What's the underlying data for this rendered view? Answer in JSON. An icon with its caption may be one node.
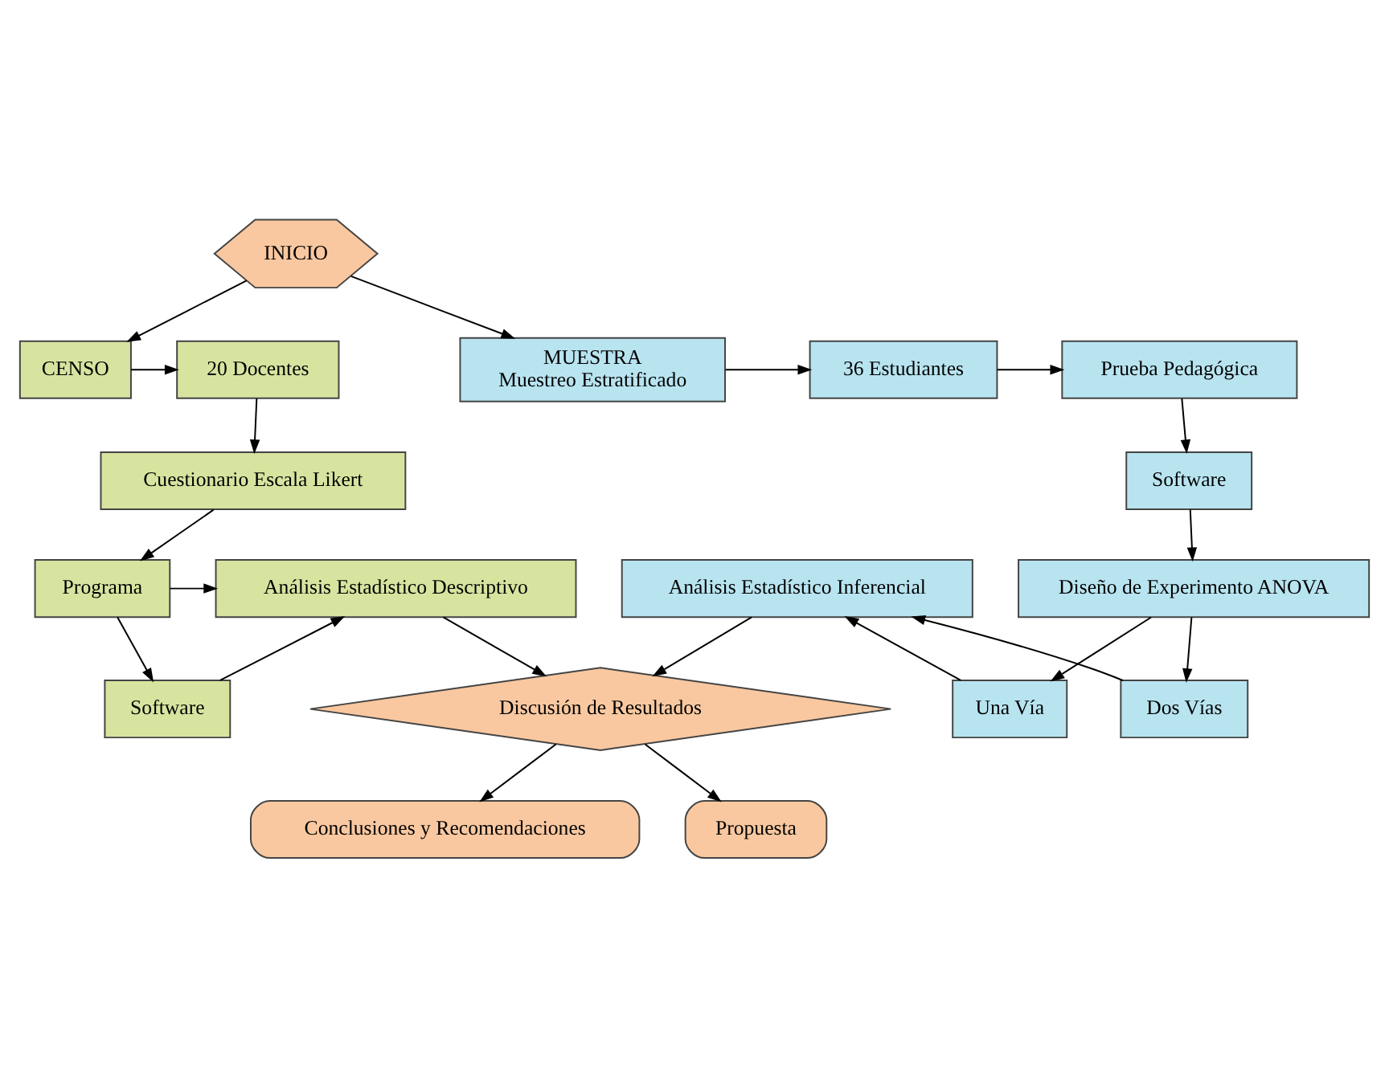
{
  "diagram": {
    "nodes": [
      {
        "text": [
          "INICIO"
        ]
      },
      {
        "text": [
          "CENSO"
        ]
      },
      {
        "text": [
          "MUESTRA",
          "Muestreo Estratificado"
        ]
      },
      {
        "text": [
          "20 Docentes"
        ]
      },
      {
        "text": [
          "36 Estudiantes"
        ]
      },
      {
        "text": [
          "Prueba Pedagógica"
        ]
      },
      {
        "text": [
          "Cuestionario Escala Likert"
        ]
      },
      {
        "text": [
          "Software"
        ]
      },
      {
        "text": [
          "Una Vía"
        ]
      },
      {
        "text": [
          "Programa"
        ]
      },
      {
        "text": [
          "Análisis Estadístico Descriptivo"
        ]
      },
      {
        "text": [
          "Análisis Estadístico Inferencial"
        ]
      },
      {
        "text": [
          "Diseño de Experimento ANOVA"
        ]
      },
      {
        "text": [
          "Software"
        ]
      },
      {
        "text": [
          "Dos Vías"
        ]
      },
      {
        "text": [
          "Discusión de Resultados"
        ]
      },
      {
        "text": [
          "Conclusiones y Recomendaciones"
        ]
      },
      {
        "text": [
          "Propuesta"
        ]
      }
    ],
    "edges": [
      {
        "from": 0,
        "to": 1,
        "arrow": "to"
      },
      {
        "from": 0,
        "to": 2,
        "arrow": "to"
      },
      {
        "from": 1,
        "to": 3,
        "arrow": "to"
      },
      {
        "from": 2,
        "to": 4,
        "arrow": "to"
      },
      {
        "from": 4,
        "to": 5,
        "arrow": "to"
      },
      {
        "from": 5,
        "to": 7,
        "arrow": "to"
      },
      {
        "from": 3,
        "to": 6,
        "arrow": "to"
      },
      {
        "from": 6,
        "to": 9,
        "arrow": "to"
      },
      {
        "from": 9,
        "to": 10,
        "arrow": "to"
      },
      {
        "from": 9,
        "to": 13,
        "arrow": "to"
      },
      {
        "from": 13,
        "to": 10,
        "arrow": "to"
      },
      {
        "from": 7,
        "to": 12,
        "arrow": "to"
      },
      {
        "from": 12,
        "to": 8,
        "arrow": "to"
      },
      {
        "from": 12,
        "to": 14,
        "arrow": "to"
      },
      {
        "from": 8,
        "to": 11,
        "arrow": "to"
      },
      {
        "from": 14,
        "to": 11,
        "arrow": "to"
      },
      {
        "from": 10,
        "to": 15,
        "arrow": "to"
      },
      {
        "from": 11,
        "to": 15,
        "arrow": "to"
      },
      {
        "from": 15,
        "to": 16,
        "arrow": "to"
      },
      {
        "from": 15,
        "to": 17,
        "arrow": "to"
      }
    ]
  }
}
